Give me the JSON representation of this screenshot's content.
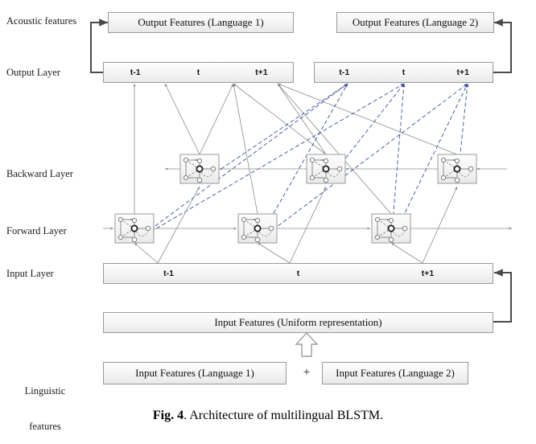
{
  "figure": {
    "caption_label": "Fig. 4",
    "caption_text": ". Architecture of multilingual BLSTM."
  },
  "row_labels": {
    "acoustic_features": "Acoustic features",
    "output_layer": "Output Layer",
    "backward_layer": "Backward Layer",
    "forward_layer": "Forward Layer",
    "input_layer": "Input Layer",
    "linguistic_features_line1": "Linguistic",
    "linguistic_features_line2": "features"
  },
  "boxes": {
    "output_features_lang1": "Output Features (Language 1)",
    "output_features_lang2": "Output Features (Language 2)",
    "input_features_uniform": "Input Features (Uniform representation)",
    "input_features_lang1": "Input Features (Language 1)",
    "input_features_lang2": "Input Features (Language 2)",
    "plus_sign": "+"
  },
  "timesteps": {
    "prev": "t-1",
    "curr": "t",
    "next": "t+1"
  },
  "output_layer_lang1_steps": [
    "t-1",
    "t",
    "t+1"
  ],
  "output_layer_lang2_steps": [
    "t-1",
    "t",
    "t+1"
  ],
  "input_layer_steps": [
    "t-1",
    "t",
    "t+1"
  ],
  "colors": {
    "lang1_connection": "#8c8c8c",
    "lang2_connection": "#3b4fa0",
    "box_border": "#9a9a9a",
    "box_fill_top": "#fdfdfd",
    "box_fill_bottom": "#e9e9e9",
    "feedback_arrow": "#4a4a4a",
    "text": "#101010"
  },
  "legend_notes": {
    "lang1_line_style": "solid-gray",
    "lang2_line_style": "dashed-blue"
  }
}
